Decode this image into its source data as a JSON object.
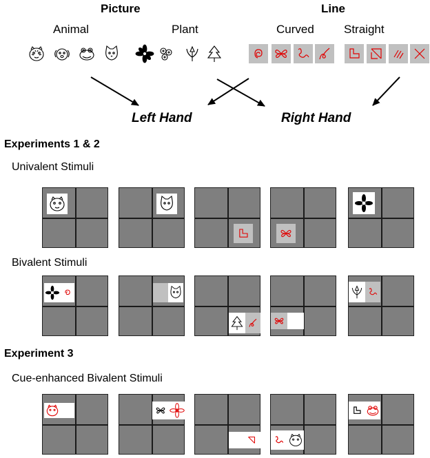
{
  "header": {
    "picture": "Picture",
    "line": "Line",
    "animal": "Animal",
    "plant": "Plant",
    "curved": "Curved",
    "straight": "Straight"
  },
  "hands": {
    "left": "Left Hand",
    "right": "Right Hand"
  },
  "sections": {
    "exp12": "Experiments 1 & 2",
    "univalent": "Univalent Stimuli",
    "bivalent": "Bivalent Stimuli",
    "exp3": "Experiment 3",
    "cue": "Cue-enhanced Bivalent Stimuli"
  },
  "icons": {
    "animal": [
      "tiger-face-icon",
      "dog-face-icon",
      "frog-face-icon",
      "cat-face-icon"
    ],
    "plant": [
      "flower-icon",
      "flower-cluster-icon",
      "tulip-sprout-icon",
      "pine-tree-icon"
    ],
    "curved": [
      "spiral-curve-icon",
      "butterfly-curve-icon",
      "wave-curve-icon",
      "loop-curve-icon"
    ],
    "straight": [
      "step-line-icon",
      "arrow-box-line-icon",
      "slash-lines-icon",
      "x-cross-icon"
    ]
  },
  "colors": {
    "line_stimulus": "#e00000",
    "grid_cell": "#7f7f7f",
    "cue_gray": "#c0c0c0"
  }
}
